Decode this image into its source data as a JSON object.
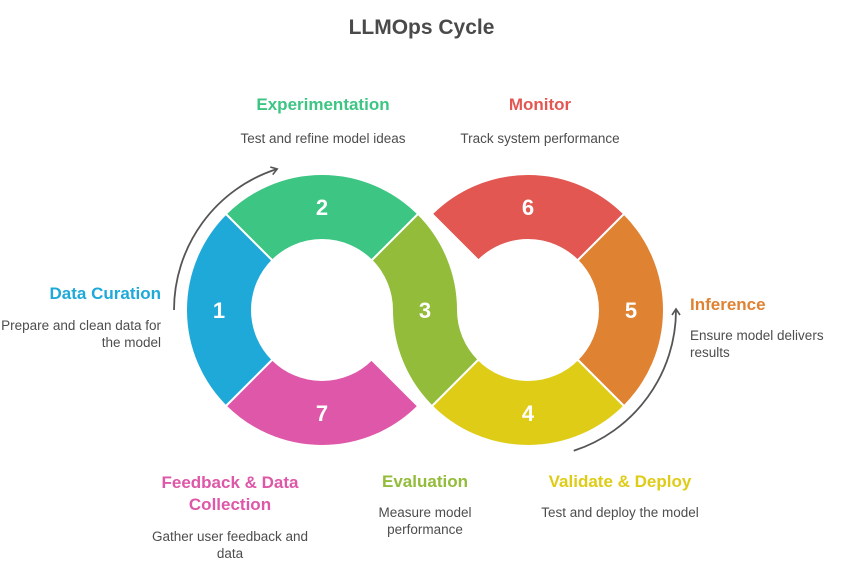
{
  "title": "LLMOps Cycle",
  "stages": [
    {
      "number": "1",
      "label": "Data Curation",
      "description": "Prepare and clean data for the model",
      "color": "#1fa9d9"
    },
    {
      "number": "2",
      "label": "Experimentation",
      "description": "Test and refine model ideas",
      "color": "#3cc583"
    },
    {
      "number": "3",
      "label": "Evaluation",
      "description": "Measure model performance",
      "color": "#92bc3a"
    },
    {
      "number": "4",
      "label": "Validate & Deploy",
      "description": "Test and deploy the model",
      "color": "#dfcc17"
    },
    {
      "number": "5",
      "label": "Inference",
      "description": "Ensure model delivers results",
      "color": "#df8232"
    },
    {
      "number": "6",
      "label": "Monitor",
      "description": "Track system performance",
      "color": "#e35752"
    },
    {
      "number": "7",
      "label": "Feedback & Data Collection",
      "description": "Gather user feedback and data",
      "color": "#de57a8"
    }
  ],
  "arrow_color": "#555555"
}
